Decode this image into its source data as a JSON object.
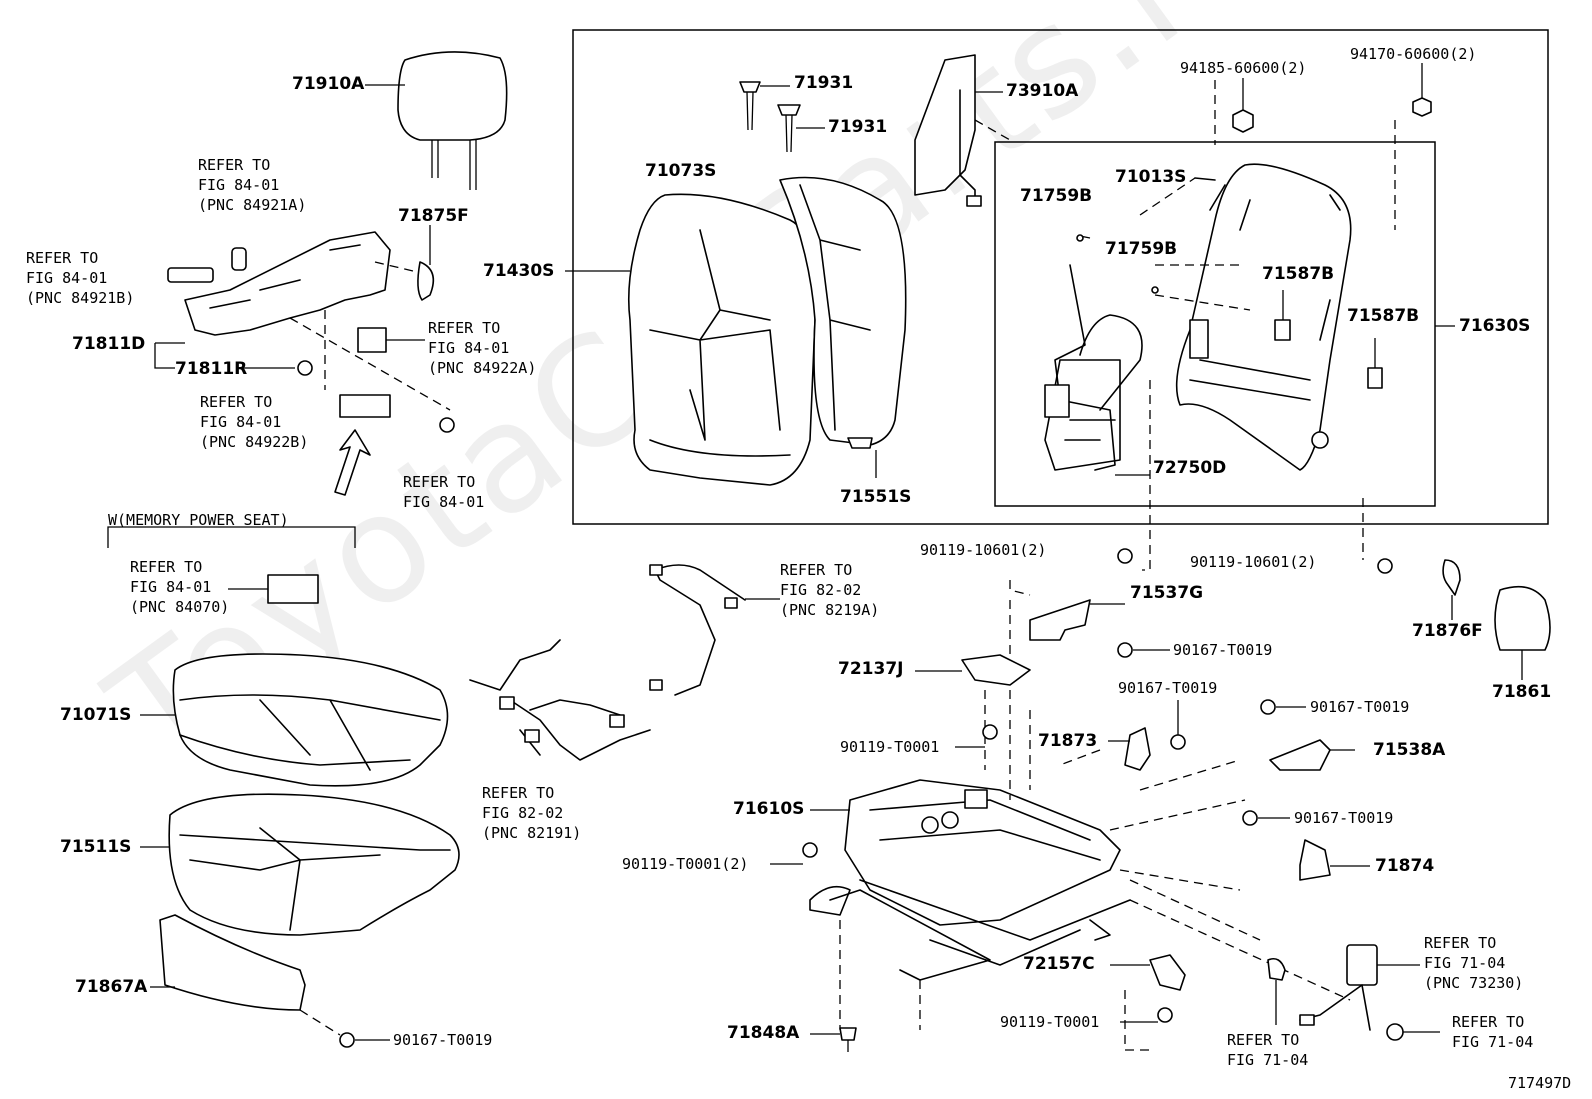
{
  "diagram_id": "717497D",
  "watermark": "ToyotaCarParts.ru",
  "part_labels": {
    "p71910A": "71910A",
    "p71875F": "71875F",
    "p71811D": "71811D",
    "p71811R": "71811R",
    "p71430S": "71430S",
    "p71931a": "71931",
    "p71931b": "71931",
    "p71073S": "71073S",
    "p73910A": "73910A",
    "p71013S": "71013S",
    "p71759Ba": "71759B",
    "p71759Bb": "71759B",
    "p71587Ba": "71587B",
    "p71587Bb": "71587B",
    "p71630S": "71630S",
    "p72750D": "72750D",
    "p71551S": "71551S",
    "p94185": "94185-60600(2)",
    "p94170": "94170-60600(2)",
    "p90119_10601a": "90119-10601(2)",
    "p90119_10601b": "90119-10601(2)",
    "p71537G": "71537G",
    "p90167_a": "90167-T0019",
    "p72137J": "72137J",
    "p90167_b": "90167-T0019",
    "p71876F": "71876F",
    "p71861": "71861",
    "p90167_c": "90167-T0019",
    "p71538A": "71538A",
    "p90119_T0001a": "90119-T0001",
    "p71873": "71873",
    "p71610S": "71610S",
    "p90167_d": "90167-T0019",
    "p90119_T0001_2": "90119-T0001(2)",
    "p71874": "71874",
    "p71071S": "71071S",
    "p71511S": "71511S",
    "p71867A": "71867A",
    "p90167_e": "90167-T0019",
    "p72157C": "72157C",
    "p90119_T0001b": "90119-T0001",
    "p71848A": "71848A"
  },
  "refer_notes": {
    "r84921A": "REFER TO\nFIG 84-01\n(PNC 84921A)",
    "r84921B": "REFER TO\nFIG 84-01\n(PNC 84921B)",
    "r84922A": "REFER TO\nFIG 84-01\n(PNC 84922A)",
    "r84922B": "REFER TO\nFIG 84-01\n(PNC 84922B)",
    "r8401": "REFER TO\nFIG 84-01",
    "r84070": "REFER TO\nFIG 84-01\n(PNC 84070)",
    "r8219A": "REFER TO\nFIG 82-02\n(PNC 8219A)",
    "r82191": "REFER TO\nFIG 82-02\n(PNC 82191)",
    "r73230": "REFER TO\nFIG 71-04\n(PNC 73230)",
    "r7104a": "REFER TO\nFIG 71-04",
    "r7104b": "REFER TO\nFIG 71-04"
  },
  "memory_seat_note": "W(MEMORY POWER SEAT)"
}
